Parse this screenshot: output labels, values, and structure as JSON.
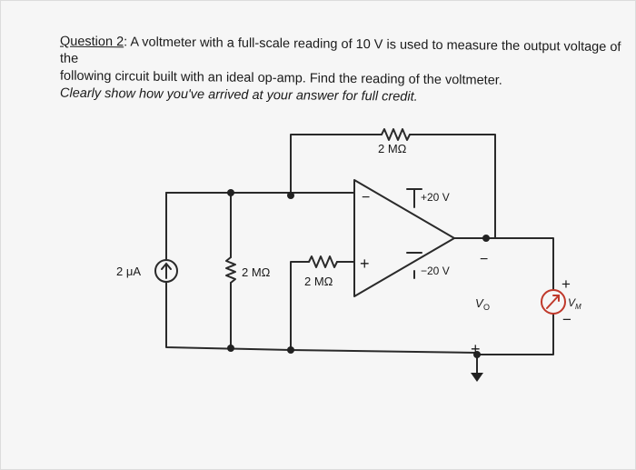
{
  "question": {
    "label": "Question 2",
    "line1": ": A voltmeter with a full-scale reading of 10 V is used to measure the output voltage of the",
    "line2": "following circuit built with an ideal op-amp. Find the reading of the voltmeter.",
    "line3": "Clearly show how you've arrived at your answer for full credit."
  },
  "circuit": {
    "feedback_resistor": "2 MΩ",
    "current_source": "2 μA",
    "shunt_resistor": "2 MΩ",
    "input_resistor": "2 MΩ",
    "supply_pos": "+20 V",
    "supply_neg": "−20 V",
    "inv_sign": "−",
    "noninv_sign": "+",
    "vo_label": "V",
    "vo_sub": "O",
    "vo_minus": "−",
    "vo_plus": "+",
    "vm_label": "V",
    "vm_sub": "M",
    "vm_plus": "+",
    "vm_minus": "−"
  },
  "colors": {
    "wire": "#2a2a2a",
    "meter": "#c0392b",
    "text": "#1a1a1a"
  }
}
